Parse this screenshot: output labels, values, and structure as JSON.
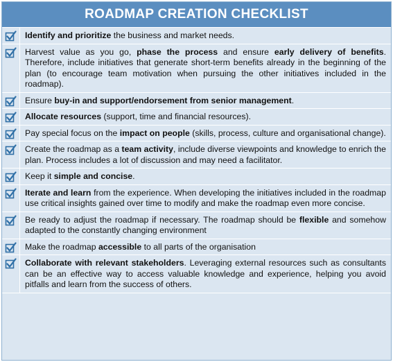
{
  "title": "ROADMAP CREATION CHECKLIST",
  "colors": {
    "header": "#5b8ec0",
    "row_background": "#dbe6f1",
    "check": "#2f6fa6"
  },
  "items": [
    {
      "checked": true,
      "segments": [
        {
          "text": "Identify and prioritize",
          "bold": true
        },
        {
          "text": " the business and market needs.",
          "bold": false
        }
      ]
    },
    {
      "checked": true,
      "segments": [
        {
          "text": "Harvest value as you go, ",
          "bold": false
        },
        {
          "text": "phase the process",
          "bold": true
        },
        {
          "text": " and ensure ",
          "bold": false
        },
        {
          "text": "early delivery of benefits",
          "bold": true
        },
        {
          "text": ". Therefore, include initiatives that generate short-term benefits already in the beginning of the plan (to encourage team motivation when pursuing the other initiatives included in the roadmap).",
          "bold": false
        }
      ]
    },
    {
      "checked": true,
      "segments": [
        {
          "text": "Ensure ",
          "bold": false
        },
        {
          "text": "buy-in and support/endorsement from senior management",
          "bold": true
        },
        {
          "text": ".",
          "bold": false
        }
      ]
    },
    {
      "checked": true,
      "segments": [
        {
          "text": "Allocate resources",
          "bold": true
        },
        {
          "text": " (support, time and financial resources).",
          "bold": false
        }
      ]
    },
    {
      "checked": true,
      "segments": [
        {
          "text": "Pay special focus on the ",
          "bold": false
        },
        {
          "text": "impact on people",
          "bold": true
        },
        {
          "text": " (skills, process, culture and organisational change).",
          "bold": false
        }
      ]
    },
    {
      "checked": true,
      "segments": [
        {
          "text": "Create the roadmap as a ",
          "bold": false
        },
        {
          "text": "team activity",
          "bold": true
        },
        {
          "text": ", include diverse viewpoints and knowledge to enrich the plan. Process includes a lot of discussion and may need a facilitator.",
          "bold": false
        }
      ]
    },
    {
      "checked": true,
      "segments": [
        {
          "text": "Keep it ",
          "bold": false
        },
        {
          "text": "simple and concise",
          "bold": true
        },
        {
          "text": ".",
          "bold": false
        }
      ]
    },
    {
      "checked": true,
      "segments": [
        {
          "text": "Iterate and learn",
          "bold": true
        },
        {
          "text": " from the experience. When developing the initiatives included in the roadmap use critical insights gained over time to modify and make the roadmap even more concise.",
          "bold": false
        }
      ]
    },
    {
      "checked": true,
      "segments": [
        {
          "text": "Be ready to adjust the roadmap if necessary. The roadmap should be ",
          "bold": false
        },
        {
          "text": "flexible",
          "bold": true
        },
        {
          "text": " and somehow adapted to the constantly changing environment",
          "bold": false
        }
      ]
    },
    {
      "checked": true,
      "segments": [
        {
          "text": "Make the roadmap ",
          "bold": false
        },
        {
          "text": "accessible",
          "bold": true
        },
        {
          "text": " to all parts of the organisation",
          "bold": false
        }
      ]
    },
    {
      "checked": true,
      "segments": [
        {
          "text": "Collaborate with relevant stakeholders",
          "bold": true
        },
        {
          "text": ". Leveraging external resources such as consultants can be an effective way to access valuable knowledge and experience, helping you avoid pitfalls and learn from the success of others.",
          "bold": false
        }
      ]
    }
  ]
}
